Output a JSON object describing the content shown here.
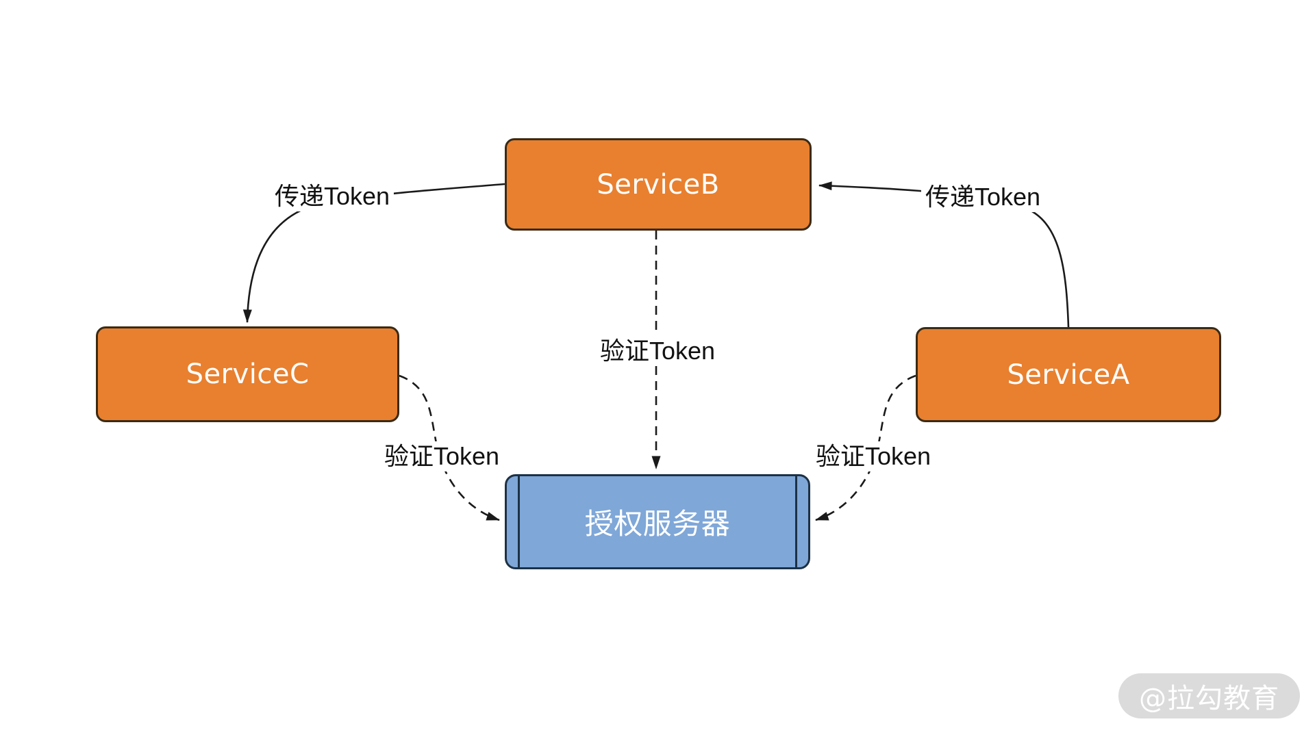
{
  "diagram": {
    "nodes": [
      {
        "id": "service-b",
        "label": "ServiceB",
        "type": "service"
      },
      {
        "id": "service-c",
        "label": "ServiceC",
        "type": "service"
      },
      {
        "id": "service-a",
        "label": "ServiceA",
        "type": "service"
      },
      {
        "id": "auth-server",
        "label": "授权服务器",
        "type": "auth-server"
      }
    ],
    "edges": [
      {
        "from": "ServiceB",
        "to": "ServiceC",
        "label": "传递Token",
        "line": "solid"
      },
      {
        "from": "ServiceA",
        "to": "ServiceB",
        "label": "传递Token",
        "line": "solid"
      },
      {
        "from": "ServiceB",
        "to": "授权服务器",
        "label": "验证Token",
        "line": "dashed"
      },
      {
        "from": "ServiceC",
        "to": "授权服务器",
        "label": "验证Token",
        "line": "dashed"
      },
      {
        "from": "ServiceA",
        "to": "授权服务器",
        "label": "验证Token",
        "line": "dashed"
      }
    ],
    "colors": {
      "service_fill": "#E8802F",
      "service_border": "#3A2A14",
      "auth_fill": "#7FA7D8",
      "auth_border": "#1C3145",
      "connector": "#1A1A1A",
      "label_text": "#111111",
      "node_text": "#FFFFFF",
      "watermark_bg": "#DBDBDB",
      "watermark_text": "#FFFFFF"
    }
  },
  "watermark": {
    "text": "@拉勾教育"
  }
}
